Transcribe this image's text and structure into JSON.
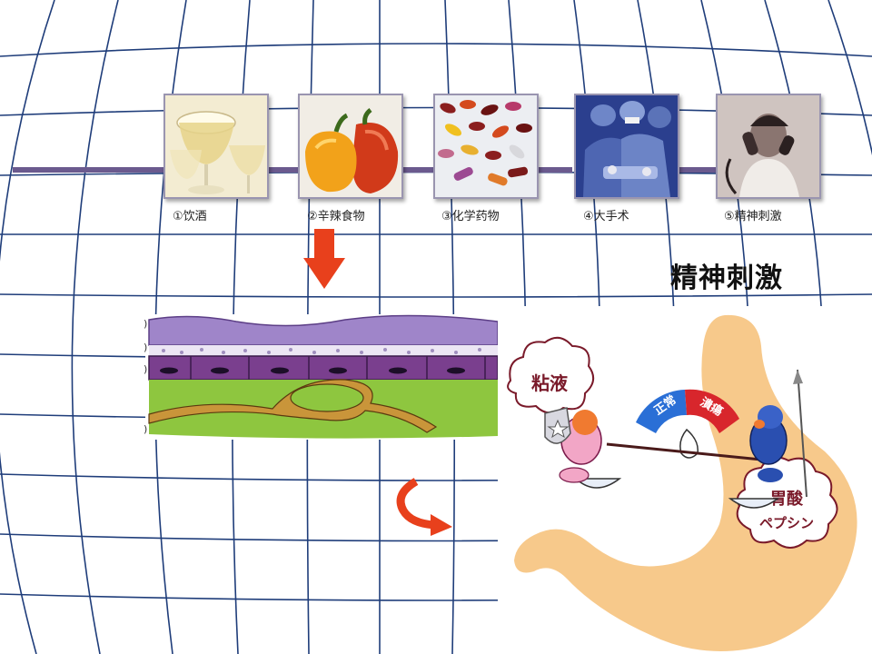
{
  "causes": [
    {
      "label": "①饮酒",
      "image": "wine-glasses"
    },
    {
      "label": "②辛辣食物",
      "image": "peppers"
    },
    {
      "label": "③化学药物",
      "image": "pills"
    },
    {
      "label": "④大手术",
      "image": "surgery"
    },
    {
      "label": "⑤精神刺激",
      "image": "stressed-person"
    }
  ],
  "heading": "精神刺激",
  "balance_diagram": {
    "protective_label": "粘液",
    "attacking_label_line1": "胃酸",
    "attacking_label_line2": "ペプシン",
    "gauge_normal": "正常",
    "gauge_ulcer": "潰瘍"
  },
  "colors": {
    "grid_line": "#1f3d7a",
    "timeline": "#6b5a8e",
    "arrow": "#e8401c",
    "stomach": "#f7c98b",
    "tissue_mucosa": "#9f85c9",
    "tissue_submucosa": "#8ec63f"
  }
}
